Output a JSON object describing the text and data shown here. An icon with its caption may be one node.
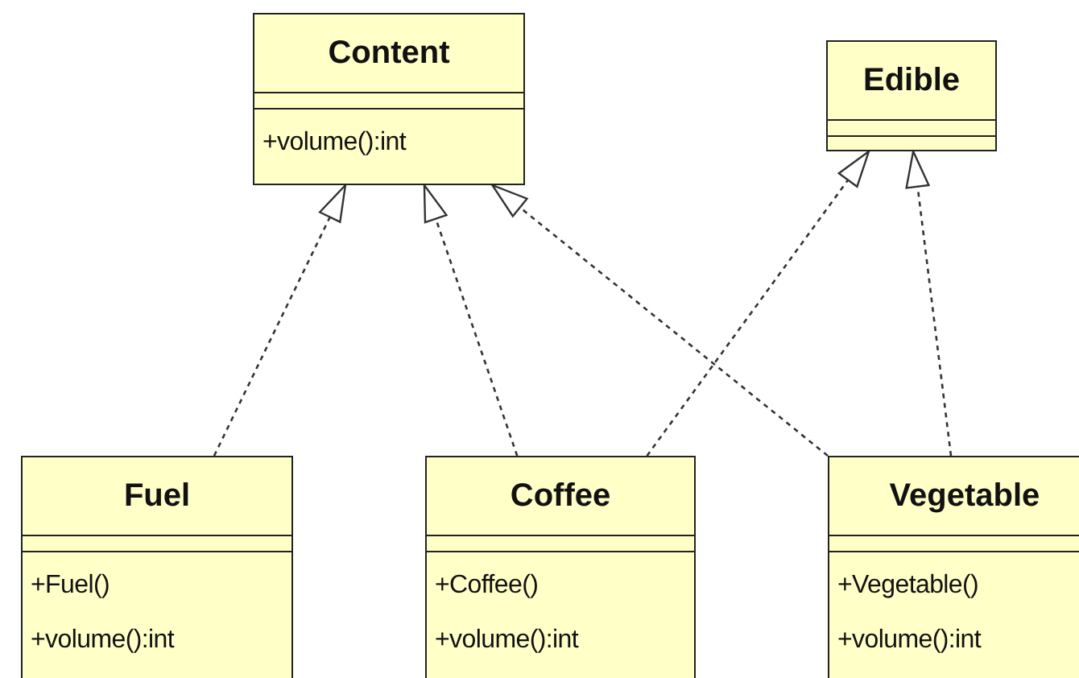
{
  "diagram": {
    "nodes": [
      {
        "text": [
          "Content",
          "+volume():int"
        ]
      },
      {
        "text": [
          "Edible"
        ]
      },
      {
        "text": [
          "Fuel",
          "+Fuel()",
          "+volume():int"
        ]
      },
      {
        "text": [
          "Coffee",
          "+Coffee()",
          "+volume():int"
        ]
      },
      {
        "text": [
          "Vegetable",
          "+Vegetable()",
          "+volume():int"
        ]
      }
    ],
    "edges": [
      {
        "from": 2,
        "to": 0,
        "arrow": "to",
        "style": "dashed"
      },
      {
        "from": 3,
        "to": 0,
        "arrow": "to",
        "style": "dashed"
      },
      {
        "from": 4,
        "to": 0,
        "arrow": "to",
        "style": "dashed"
      },
      {
        "from": 3,
        "to": 1,
        "arrow": "to",
        "style": "dashed"
      },
      {
        "from": 4,
        "to": 1,
        "arrow": "to",
        "style": "dashed"
      }
    ]
  }
}
